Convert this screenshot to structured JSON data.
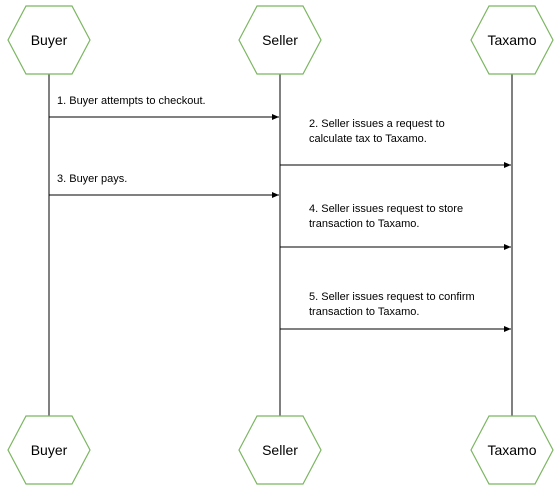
{
  "colors": {
    "hex_stroke": "#7bb661",
    "line": "#000000",
    "background": "#ffffff"
  },
  "actors": [
    {
      "id": "buyer",
      "label": "Buyer"
    },
    {
      "id": "seller",
      "label": "Seller"
    },
    {
      "id": "taxamo",
      "label": "Taxamo"
    }
  ],
  "messages": [
    {
      "from": "buyer",
      "to": "seller",
      "lines": [
        "1. Buyer attempts to checkout."
      ]
    },
    {
      "from": "seller",
      "to": "taxamo",
      "lines": [
        "2. Seller issues a request to",
        "calculate tax to Taxamo."
      ]
    },
    {
      "from": "buyer",
      "to": "seller",
      "lines": [
        "3. Buyer pays."
      ]
    },
    {
      "from": "seller",
      "to": "taxamo",
      "lines": [
        "4. Seller issues request to store",
        "transaction to Taxamo."
      ]
    },
    {
      "from": "seller",
      "to": "taxamo",
      "lines": [
        "5. Seller issues request to confirm",
        "transaction to Taxamo."
      ]
    }
  ]
}
